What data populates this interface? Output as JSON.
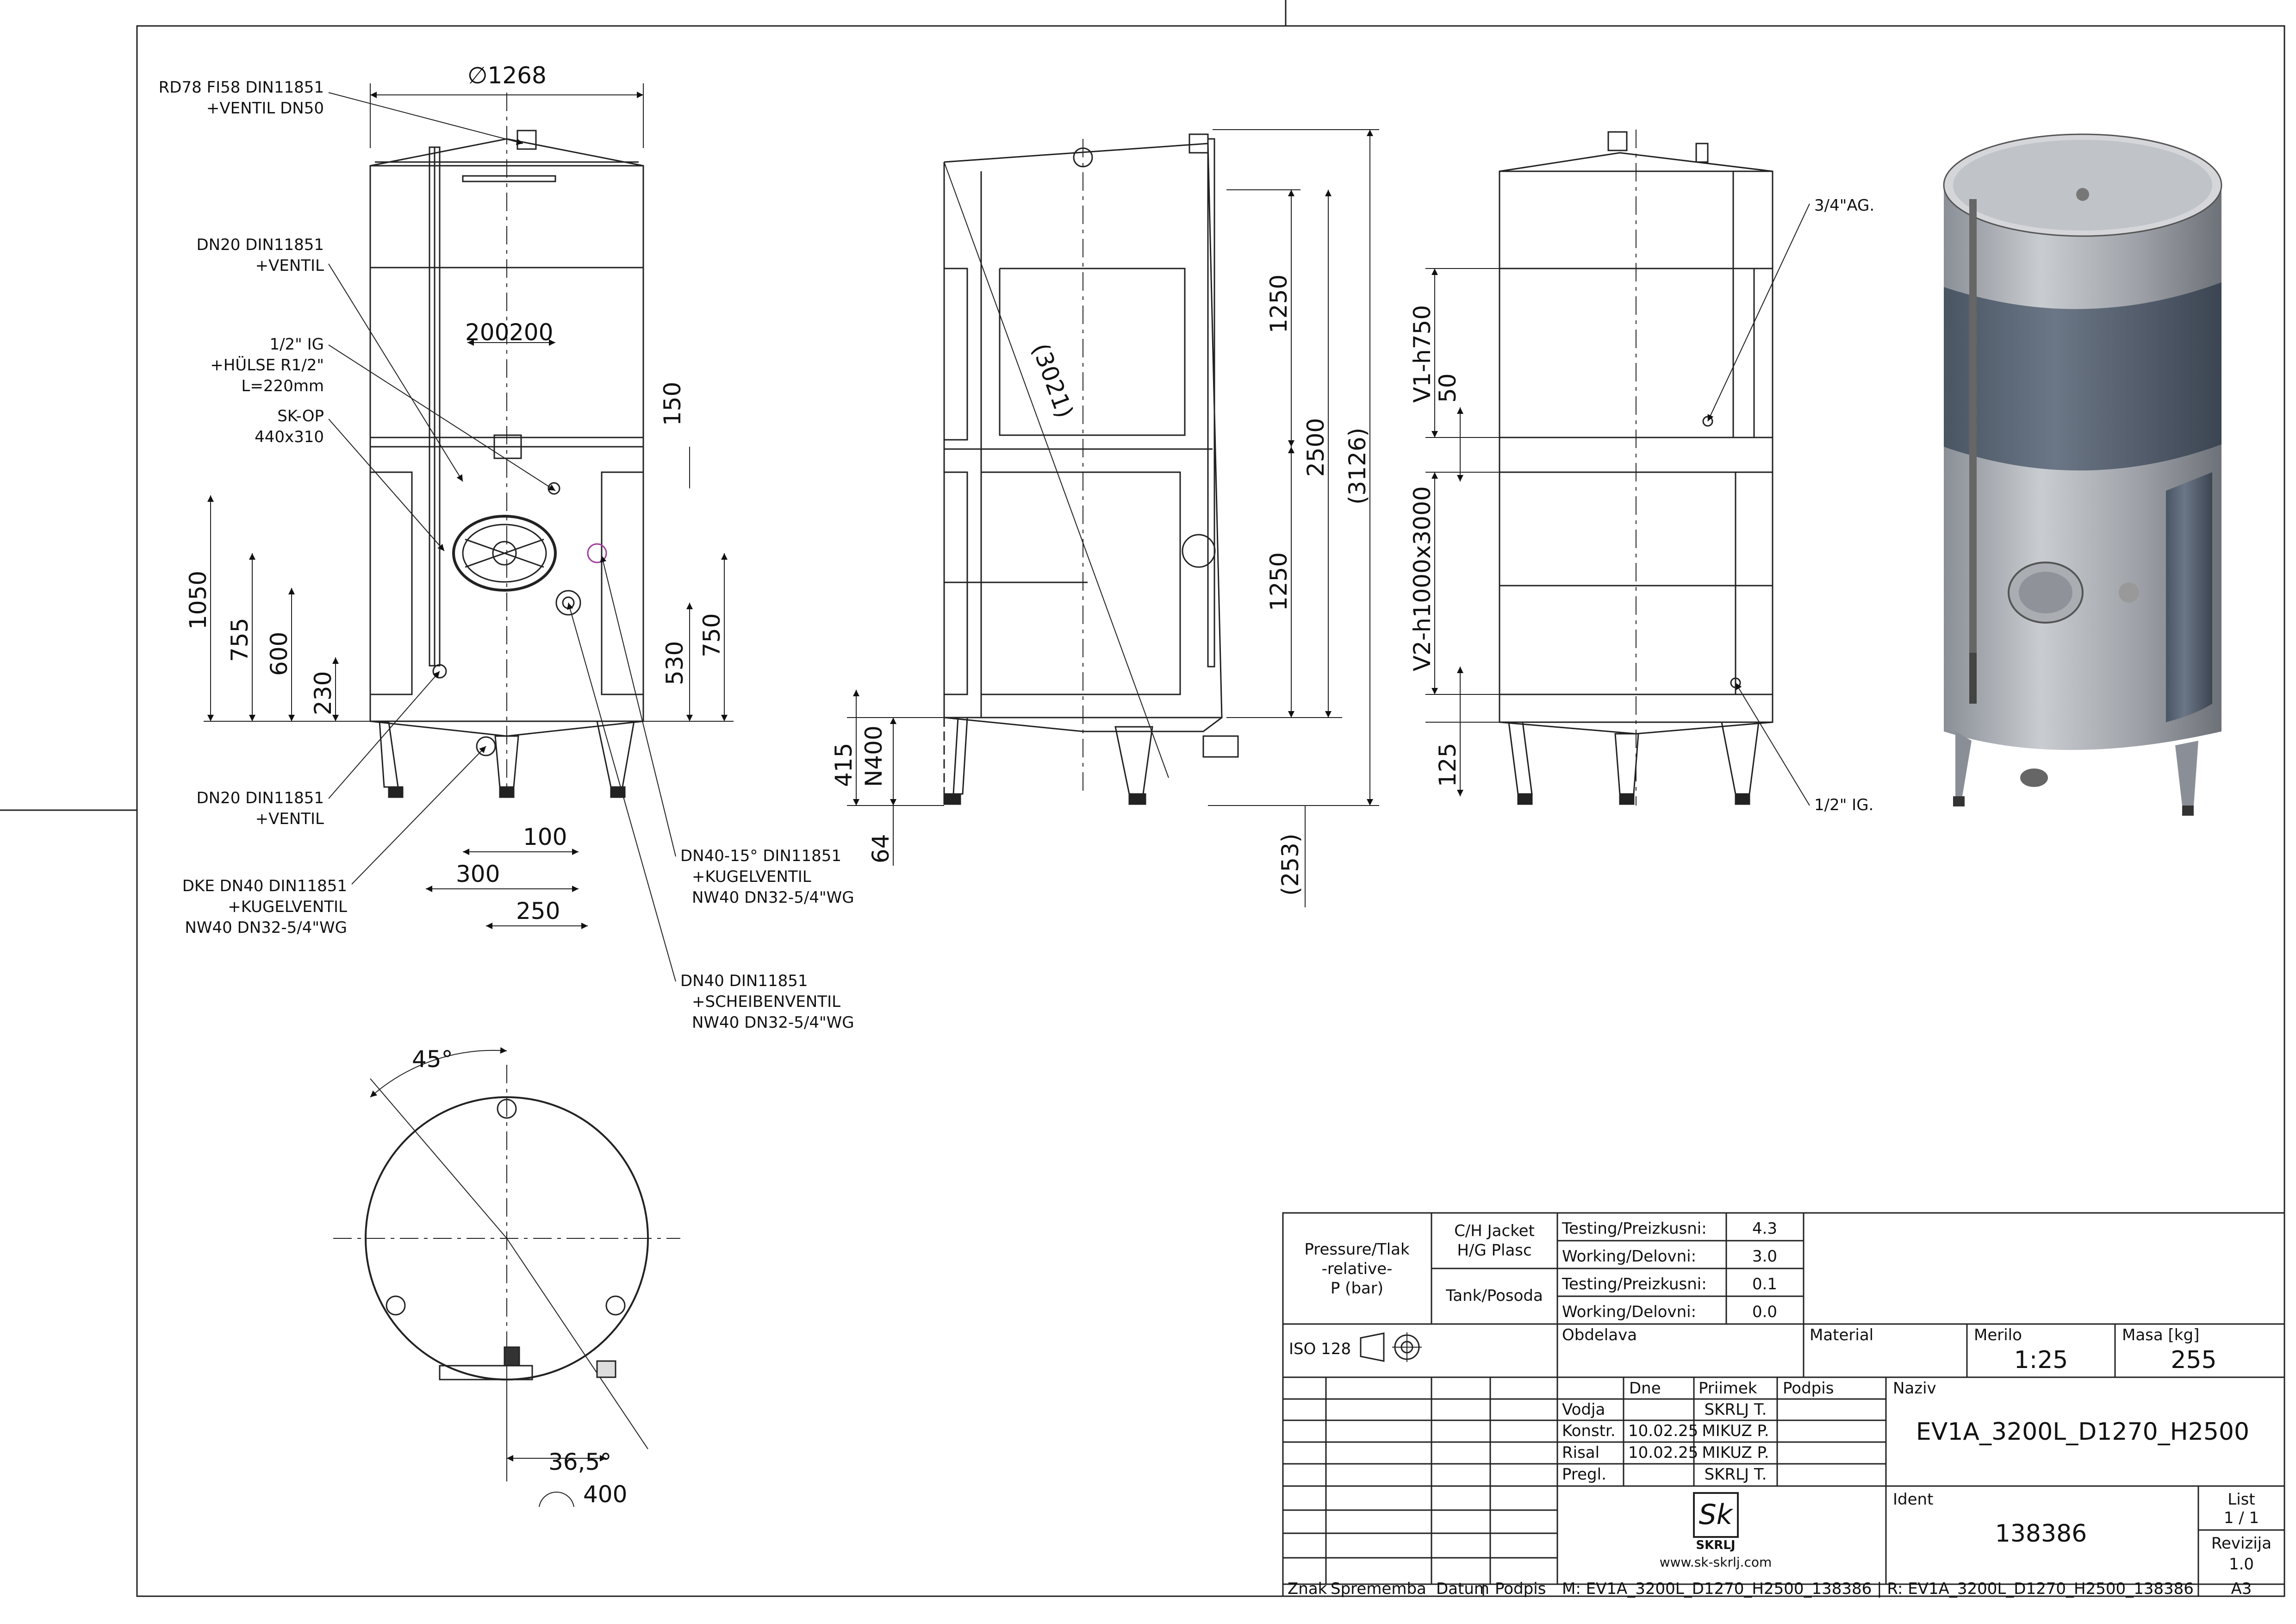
{
  "views": {
    "front": {
      "diameter": "∅1268",
      "callouts": {
        "rd78": [
          "RD78 FI58 DIN11851",
          "+VENTIL DN50"
        ],
        "dn20_top": [
          "DN20 DIN11851",
          "+VENTIL"
        ],
        "hulse": [
          "1/2\" IG",
          "+HÜLSE R1/2\"",
          "L=220mm"
        ],
        "skop": [
          "SK-OP",
          "440x310"
        ],
        "dn20_bottom": [
          "DN20 DIN11851",
          "+VENTIL"
        ],
        "dke": [
          "DKE DN40 DIN11851",
          "+KUGELVENTIL",
          "NW40 DN32-5/4\"WG"
        ],
        "dn40_15": [
          "DN40-15° DIN11851",
          "+KUGELVENTIL",
          "NW40 DN32-5/4\"WG"
        ],
        "dn40_disc": [
          "DN40 DIN11851",
          "+SCHEIBENVENTIL",
          "NW40 DN32-5/4\"WG"
        ]
      },
      "dims": {
        "d200a": "200",
        "d200b": "200",
        "d150": "150",
        "d1050": "1050",
        "d755": "755",
        "d600": "600",
        "d230": "230",
        "d530": "530",
        "d750": "750",
        "d100": "100",
        "d300": "300",
        "d250": "250"
      }
    },
    "side": {
      "dims": {
        "d3021": "(3021)",
        "d1250a": "1250",
        "d2500": "2500",
        "d3126": "(3126)",
        "d1250b": "1250",
        "d415": "415",
        "dN400": "N400",
        "d64": "64",
        "d253": "(253)"
      }
    },
    "rear": {
      "dims": {
        "v1": "V1-h750",
        "d50": "50",
        "v2": "V2-h1000x3000",
        "d125": "125"
      },
      "callouts": {
        "ag": "3/4\"AG.",
        "ig": "1/2\" IG."
      }
    },
    "plan": {
      "angle45": "45°",
      "angle365": "36,5°",
      "r400": "400"
    }
  },
  "title_block": {
    "pressure_label": [
      "Pressure/Tlak",
      "-relative-",
      "P (bar)"
    ],
    "jacket_label": [
      "C/H Jacket",
      "H/G Plasc"
    ],
    "tank_label": "Tank/Posoda",
    "rows": [
      {
        "label": "Testing/Preizkusni:",
        "value": "4.3"
      },
      {
        "label": "Working/Delovni:",
        "value": "3.0"
      },
      {
        "label": "Testing/Preizkusni:",
        "value": "0.1"
      },
      {
        "label": "Working/Delovni:",
        "value": "0.0"
      }
    ],
    "iso": "ISO 128",
    "obdelava": "Obdelava",
    "material": "Material",
    "merilo_label": "Merilo",
    "merilo": "1:25",
    "masa_label": "Masa [kg]",
    "masa": "255",
    "dne": "Dne",
    "priimek": "Priimek",
    "podpis": "Podpis",
    "naziv_label": "Naziv",
    "naziv": "EV1A_3200L_D1270_H2500",
    "people": [
      {
        "role": "Vodja",
        "date": "",
        "name": "SKRLJ T."
      },
      {
        "role": "Konstr.",
        "date": "10.02.25",
        "name": "MIKUZ P."
      },
      {
        "role": "Risal",
        "date": "10.02.25",
        "name": "MIKUZ P."
      },
      {
        "role": "Pregl.",
        "date": "",
        "name": "SKRLJ T."
      }
    ],
    "website": "www.sk-skrlj.com",
    "logo_text": "SKRLJ",
    "ident_label": "Ident",
    "ident": "138386",
    "list_label": "List",
    "list": "1 / 1",
    "revizija_label": "Revizija",
    "revizija": "1.0",
    "bottom": {
      "znak": "Znak",
      "sprememba": "Sprememba",
      "datum": "Datum",
      "podpis": "Podpis",
      "file": "M: EV1A_3200L_D1270_H2500_138386 | R: EV1A_3200L_D1270_H2500_138386",
      "format": "A3"
    }
  }
}
